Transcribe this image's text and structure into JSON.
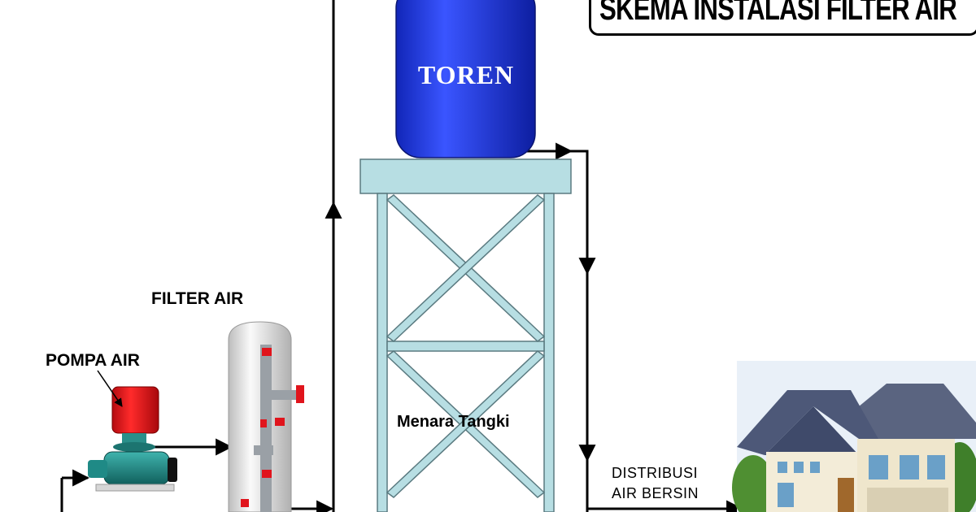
{
  "title": "SKEMA INSTALASI FILTER AIR",
  "labels": {
    "tank": "TOREN",
    "filter": "FILTER AIR",
    "pump": "POMPA AIR",
    "tower": "Menara Tangki",
    "distribution_line1": "DISTRIBUSI",
    "distribution_line2": "AIR BERSIN"
  },
  "colors": {
    "tank": "#1e33d6",
    "tower": "#b7dee3",
    "pump_motor": "#e8141c",
    "pump_body": "#1f8a86",
    "filter_body": "#ececec",
    "pipe": "#000000"
  }
}
